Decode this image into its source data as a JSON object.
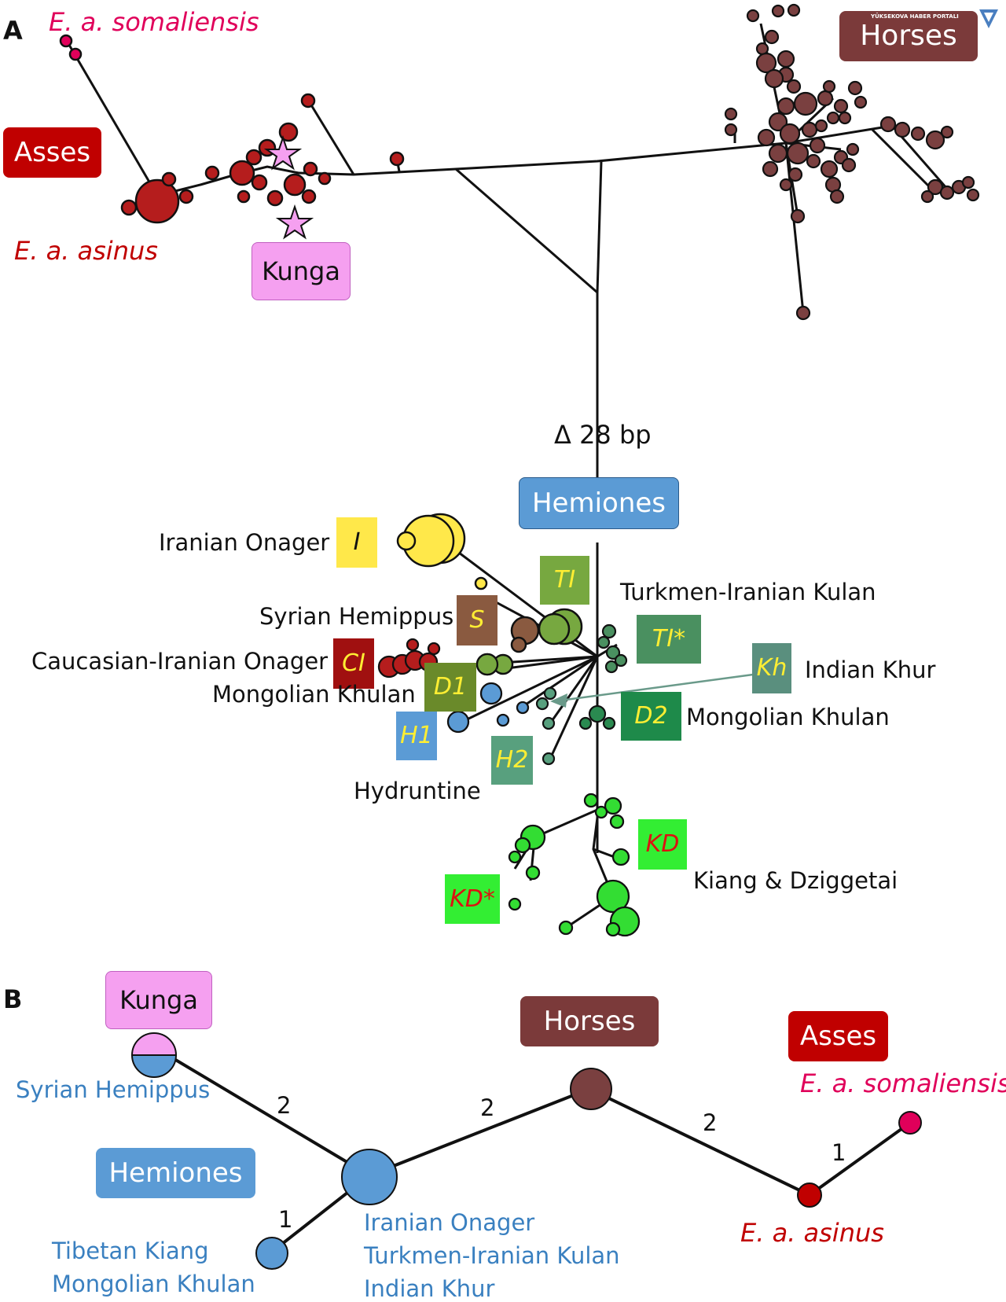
{
  "panel_a": {
    "letter": "A",
    "labels": {
      "somaliensis": "E. a. somaliensis",
      "asinus": "E. a. asinus",
      "asses": "Asses",
      "kunga": "Kunga",
      "horses": "Horses",
      "delta": "Δ  28 bp",
      "hemiones": "Hemiones",
      "iranian_onager": "Iranian Onager",
      "turkmen_iranian_kulan": "Turkmen-Iranian Kulan",
      "syrian_hemippus": "Syrian Hemippus",
      "caucasian_iranian_onager": "Caucasian-Iranian Onager",
      "mongolian_khulan_1": "Mongolian Khulan",
      "indian_khur": "Indian Khur",
      "mongolian_khulan_2": "Mongolian Khulan",
      "hydruntine": "Hydruntine",
      "kiang_dziggetai": "Kiang & Dziggetai"
    },
    "haplogroups": {
      "I": "I",
      "TI": "TI",
      "TI_star": "TI*",
      "S": "S",
      "CI": "CI",
      "D1": "D1",
      "Kh": "Kh",
      "D2": "D2",
      "H1": "H1",
      "H2": "H2",
      "KD": "KD",
      "KD_star": "KD*"
    }
  },
  "panel_b": {
    "letter": "B",
    "labels": {
      "kunga": "Kunga",
      "horses": "Horses",
      "asses": "Asses",
      "somaliensis": "E. a. somaliensis",
      "asinus": "E. a. asinus",
      "syrian_hemippus": "Syrian Hemippus",
      "hemiones": "Hemiones",
      "iranian_onager": "Iranian Onager",
      "turkmen_iranian_kulan": "Turkmen-Iranian Kulan",
      "indian_khur": "Indian Khur",
      "tibetan_kiang": "Tibetan Kiang",
      "mongolian_khulan": "Mongolian Khulan"
    },
    "edges": {
      "kunga_hub": "2",
      "hub_horses": "2",
      "horses_asinus": "2",
      "asinus_somaliensis": "1",
      "hub_kiang": "1"
    }
  },
  "watermark": "YÜKSEKOVA HABER PORTALI",
  "colors": {
    "asses": "#c00000",
    "asses_node": "#b51d1d",
    "horses": "#7b3a3a",
    "horses_node": "#7a4040",
    "kunga": "#f5a0f0",
    "hemiones": "#5b9bd5",
    "somaliensis": "#e0005a",
    "iranian_onager": "#ffe84a",
    "kiang": "#33dd33",
    "haplogroup_text": "#ffee33",
    "kd_text": "#dd1111"
  }
}
